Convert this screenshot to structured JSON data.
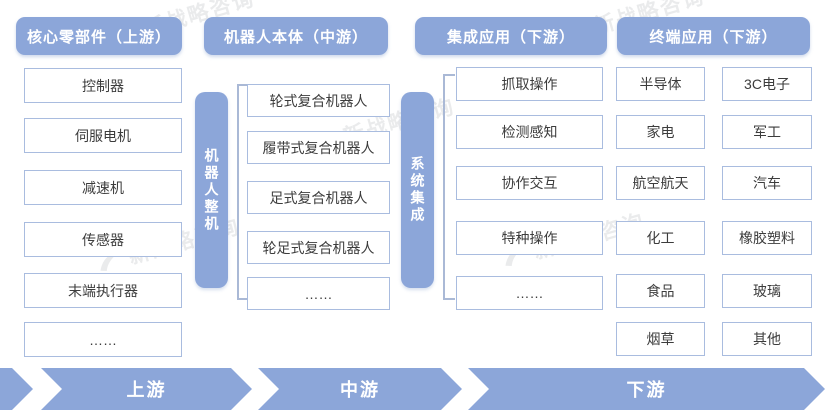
{
  "watermark": {
    "text": "新战略咨询"
  },
  "columns": [
    {
      "header": "核心零部件（上游）",
      "items": [
        "控制器",
        "伺服电机",
        "减速机",
        "传感器",
        "末端执行器",
        "……"
      ]
    },
    {
      "header": "机器人本体（中游）",
      "side_label": "机器人整机",
      "items": [
        "轮式复合机器人",
        "履带式复合机器人",
        "足式复合机器人",
        "轮足式复合机器人",
        "……"
      ]
    },
    {
      "header": "集成应用（下游）",
      "side_label": "系统集成",
      "items": [
        "抓取操作",
        "检测感知",
        "协作交互",
        "特种操作",
        "……"
      ]
    },
    {
      "header": "终端应用（下游）",
      "items_left": [
        "半导体",
        "家电",
        "航空航天",
        "化工",
        "食品",
        "烟草"
      ],
      "items_right": [
        "3C电子",
        "军工",
        "汽车",
        "橡胶塑料",
        "玻璃",
        "其他"
      ]
    }
  ],
  "flow": [
    "上游",
    "中游",
    "下游"
  ],
  "colors": {
    "accent": "#8ca6d9",
    "box_border": "#a9bcdf",
    "text": "#3c3c3c"
  }
}
